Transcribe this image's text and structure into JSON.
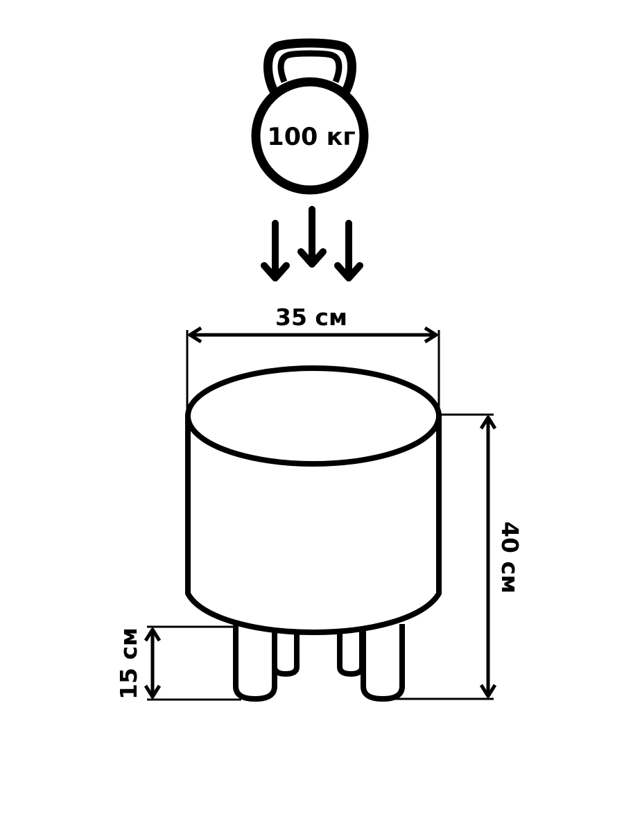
{
  "weight": {
    "label": "100 кг",
    "icon": "kettlebell-icon"
  },
  "load_arrows": {
    "icon": "down-arrow-icon",
    "count": 3
  },
  "dimensions": {
    "width_label": "35 см",
    "height_label": "40 см",
    "leg_height_label": "15 см"
  },
  "colors": {
    "stroke": "#000000",
    "background": "#ffffff"
  }
}
